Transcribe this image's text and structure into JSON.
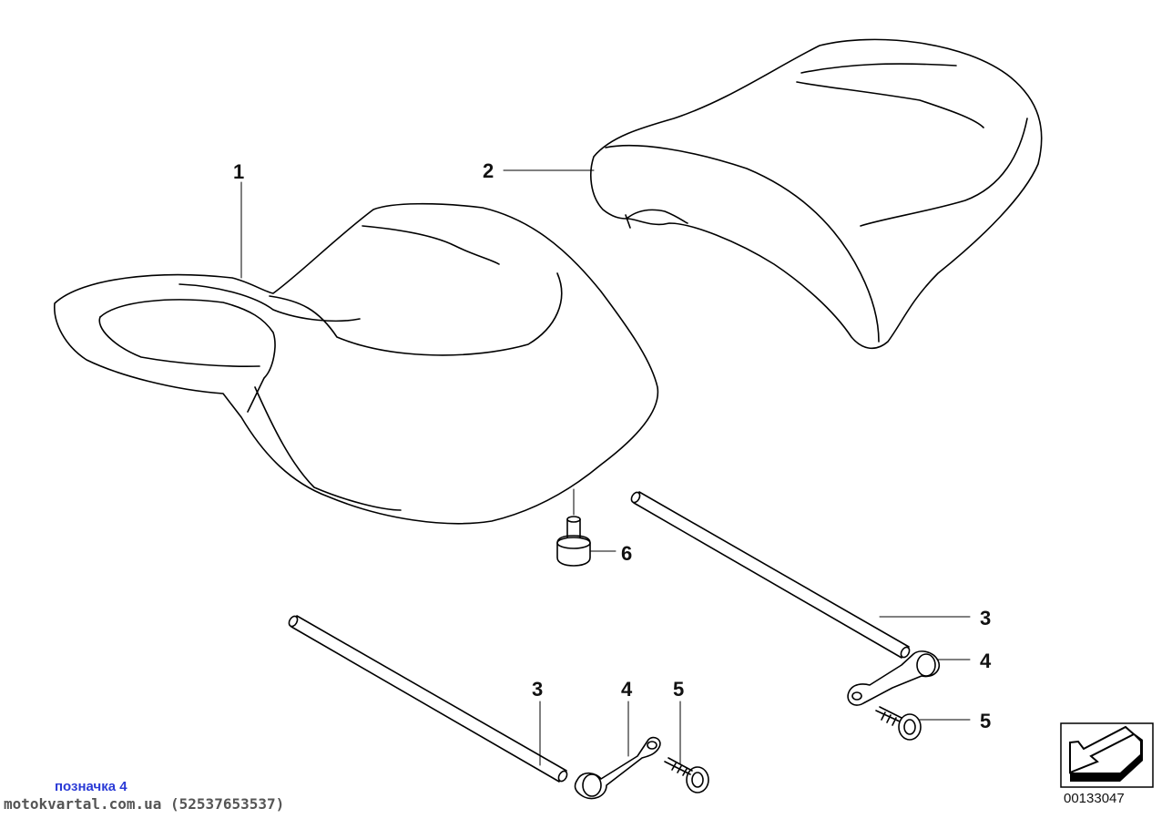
{
  "callouts": {
    "c1": "1",
    "c2": "2",
    "c3a": "3",
    "c3b": "3",
    "c4a": "4",
    "c4b": "4",
    "c5a": "5",
    "c5b": "5",
    "c6": "6"
  },
  "watermark": {
    "tag": "позначка 4",
    "site": "motokvartal.com.ua (52537653537)"
  },
  "reference_number": "00133047",
  "colors": {
    "line": "#000000",
    "tag": "#2a3ad6",
    "watermark": "#555555"
  },
  "icons": {
    "orientation_arrow": "direction-arrow-icon"
  }
}
